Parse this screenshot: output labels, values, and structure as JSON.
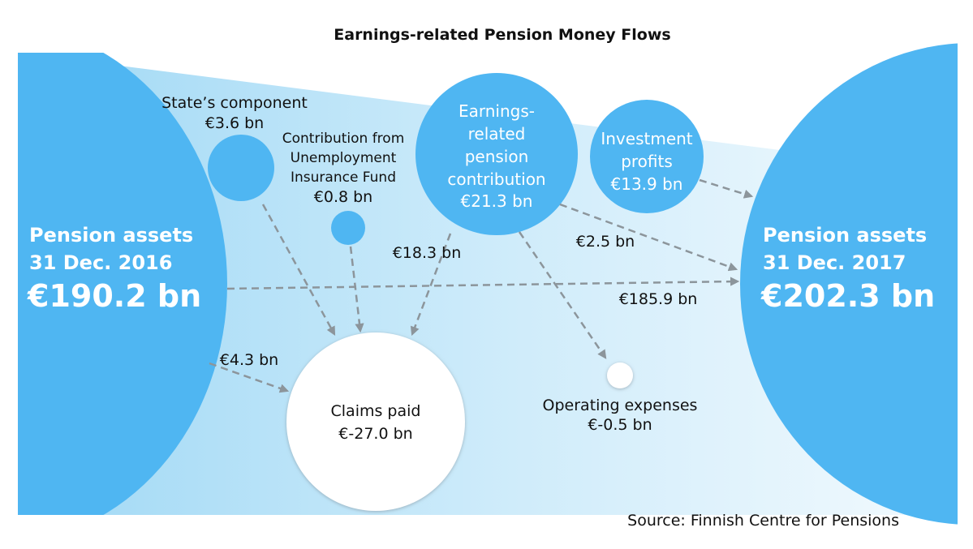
{
  "title": "Earnings-related Pension Money Flows",
  "start": {
    "label": "Pension assets",
    "date": "31 Dec. 2016",
    "value": "€190.2 bn"
  },
  "end": {
    "label": "Pension assets",
    "date": "31 Dec. 2017",
    "value": "€202.3 bn"
  },
  "state": {
    "label": "State’s component",
    "value": "€3.6 bn"
  },
  "unemployment": {
    "line1": "Contribution from",
    "line2": "Unemployment",
    "line3": "Insurance Fund",
    "value": "€0.8 bn"
  },
  "earnings": {
    "line1": "Earnings-",
    "line2": "related",
    "line3": "pension",
    "line4": "contribution",
    "value": "€21.3 bn"
  },
  "investment": {
    "line1": "Investment",
    "line2": "profits",
    "value": "€13.9 bn"
  },
  "claims": {
    "label": "Claims paid",
    "value": "€-27.0 bn"
  },
  "operating": {
    "label": "Operating expenses",
    "value": "€-0.5 bn"
  },
  "flows": {
    "to_claims_from_earnings": "€18.3 bn",
    "to_claims_from_assets": "€4.3 bn",
    "earnings_to_assets": "€2.5 bn",
    "carried_over": "€185.9 bn"
  },
  "source": "Source: Finnish Centre for Pensions",
  "colors": {
    "circle": "#4fb6f2",
    "arrow": "#8c959b"
  }
}
